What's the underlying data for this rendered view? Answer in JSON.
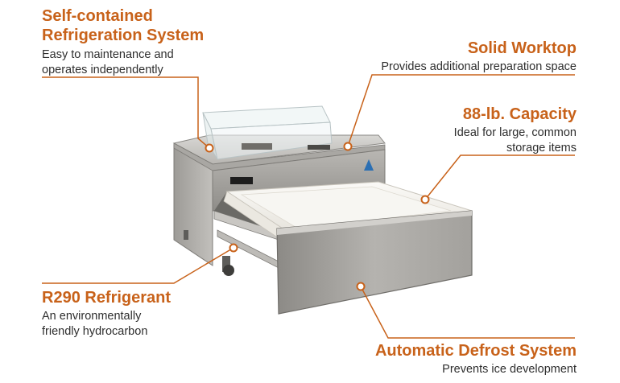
{
  "callouts": {
    "refrigeration": {
      "title_line1": "Self-contained",
      "title_line2": "Refrigeration System",
      "desc_line1": "Easy to maintenance and",
      "desc_line2": "operates independently"
    },
    "worktop": {
      "title": "Solid Worktop",
      "desc": "Provides additional preparation space"
    },
    "capacity": {
      "title": "88-lb. Capacity",
      "desc_line1": "Ideal for large, common",
      "desc_line2": "storage items"
    },
    "refrigerant": {
      "title": "R290 Refrigerant",
      "desc_line1": "An environmentally",
      "desc_line2": "friendly hydrocarbon"
    },
    "defrost": {
      "title": "Automatic Defrost System",
      "desc": "Prevents ice development"
    }
  },
  "colors": {
    "accent": "#c8621a",
    "callout_line": "#c8621a",
    "text": "#2e2e2e",
    "steel": "#a8a6a2",
    "tub": "#f3f1ec"
  }
}
